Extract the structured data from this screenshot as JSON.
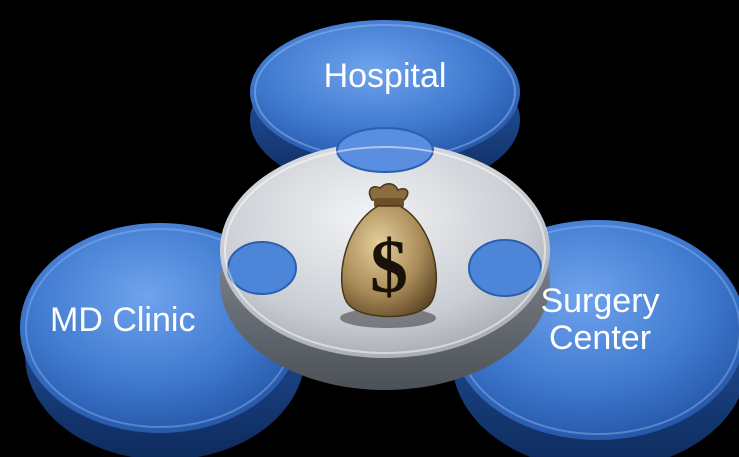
{
  "diagram": {
    "nodes": {
      "top": {
        "label": "Hospital"
      },
      "left": {
        "label": "MD Clinic"
      },
      "right": {
        "label_line1": "Surgery",
        "label_line2": "Center"
      },
      "center": {
        "icon": "money-bag-icon",
        "symbol": "$"
      }
    },
    "colors": {
      "background": "#000000",
      "piece_blue": "#3f79cf",
      "piece_blue_dark": "#1d4b9a",
      "center_silver": "#c9cdd3",
      "bag_tan": "#a88a57",
      "label_text": "#ffffff"
    }
  }
}
